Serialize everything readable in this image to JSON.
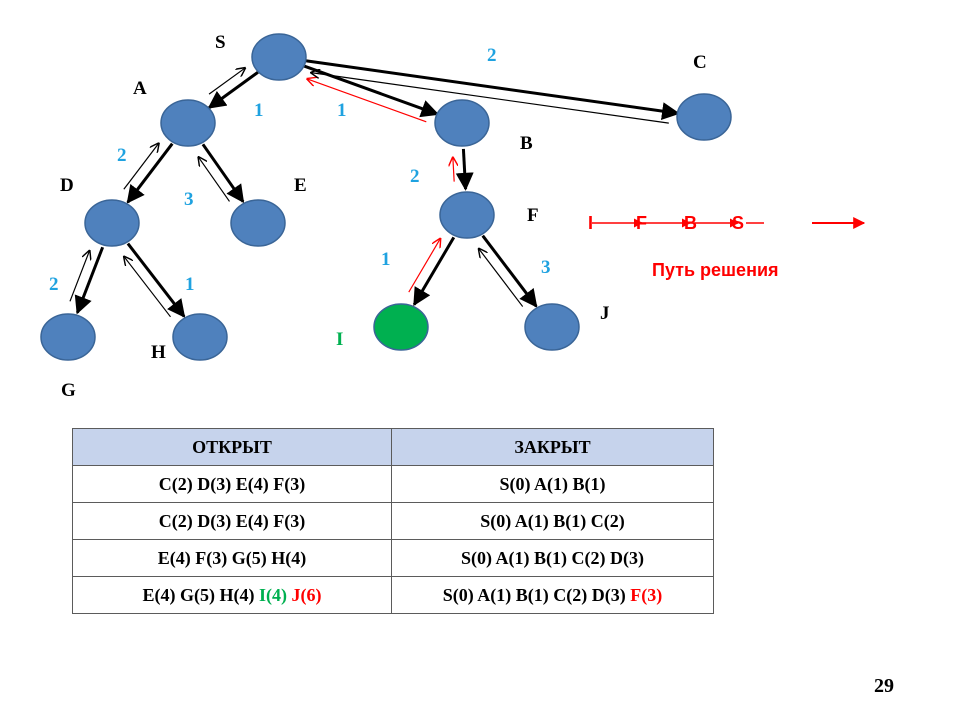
{
  "nodes": [
    {
      "id": "S",
      "label": "S",
      "color": "#4f81bd"
    },
    {
      "id": "A",
      "label": "A",
      "color": "#4f81bd"
    },
    {
      "id": "B",
      "label": "B",
      "color": "#4f81bd"
    },
    {
      "id": "C",
      "label": "C",
      "color": "#4f81bd"
    },
    {
      "id": "D",
      "label": "D",
      "color": "#4f81bd"
    },
    {
      "id": "E",
      "label": "E",
      "color": "#4f81bd"
    },
    {
      "id": "F",
      "label": "F",
      "color": "#4f81bd"
    },
    {
      "id": "G",
      "label": "G",
      "color": "#4f81bd"
    },
    {
      "id": "H",
      "label": "H",
      "color": "#4f81bd"
    },
    {
      "id": "I",
      "label": "I",
      "color": "#00b050"
    },
    {
      "id": "J",
      "label": "J",
      "color": "#4f81bd"
    }
  ],
  "edges": [
    {
      "from": "S",
      "to": "A",
      "weight": "1"
    },
    {
      "from": "S",
      "to": "B",
      "weight": "1"
    },
    {
      "from": "S",
      "to": "C",
      "weight": "2"
    },
    {
      "from": "A",
      "to": "D",
      "weight": "2"
    },
    {
      "from": "A",
      "to": "E",
      "weight": "3"
    },
    {
      "from": "B",
      "to": "F",
      "weight": "2"
    },
    {
      "from": "D",
      "to": "G",
      "weight": "2"
    },
    {
      "from": "D",
      "to": "H",
      "weight": "1"
    },
    {
      "from": "F",
      "to": "I",
      "weight": "1"
    },
    {
      "from": "F",
      "to": "J",
      "weight": "3"
    }
  ],
  "solution_path": {
    "nodes": [
      "I",
      "F",
      "B",
      "S"
    ],
    "caption": "Путь решения",
    "color": "#ff0000"
  },
  "table": {
    "headers": [
      "ОТКРЫТ",
      "ЗАКРЫТ"
    ],
    "rows": [
      {
        "open": [
          {
            "text": "C(2) D(3) E(4) F(3)"
          }
        ],
        "closed": [
          {
            "text": "S(0)  A(1) B(1)"
          }
        ]
      },
      {
        "open": [
          {
            "text": "C(2) D(3) E(4) F(3)"
          }
        ],
        "closed": [
          {
            "text": "S(0)  A(1) B(1) C(2)"
          }
        ]
      },
      {
        "open": [
          {
            "text": "E(4) F(3) G(5) H(4)"
          }
        ],
        "closed": [
          {
            "text": "S(0) A(1) B(1) C(2) D(3)"
          }
        ]
      },
      {
        "open": [
          {
            "text": "E(4) G(5) H(4) "
          },
          {
            "text": "I(4) ",
            "color": "green"
          },
          {
            "text": "J(6)",
            "color": "red"
          }
        ],
        "closed": [
          {
            "text": "S(0) A(1) B(1) C(2) D(3) "
          },
          {
            "text": "F(3)",
            "color": "red"
          }
        ]
      }
    ],
    "header_bg": "#c6d3ec"
  },
  "page_number": "29"
}
